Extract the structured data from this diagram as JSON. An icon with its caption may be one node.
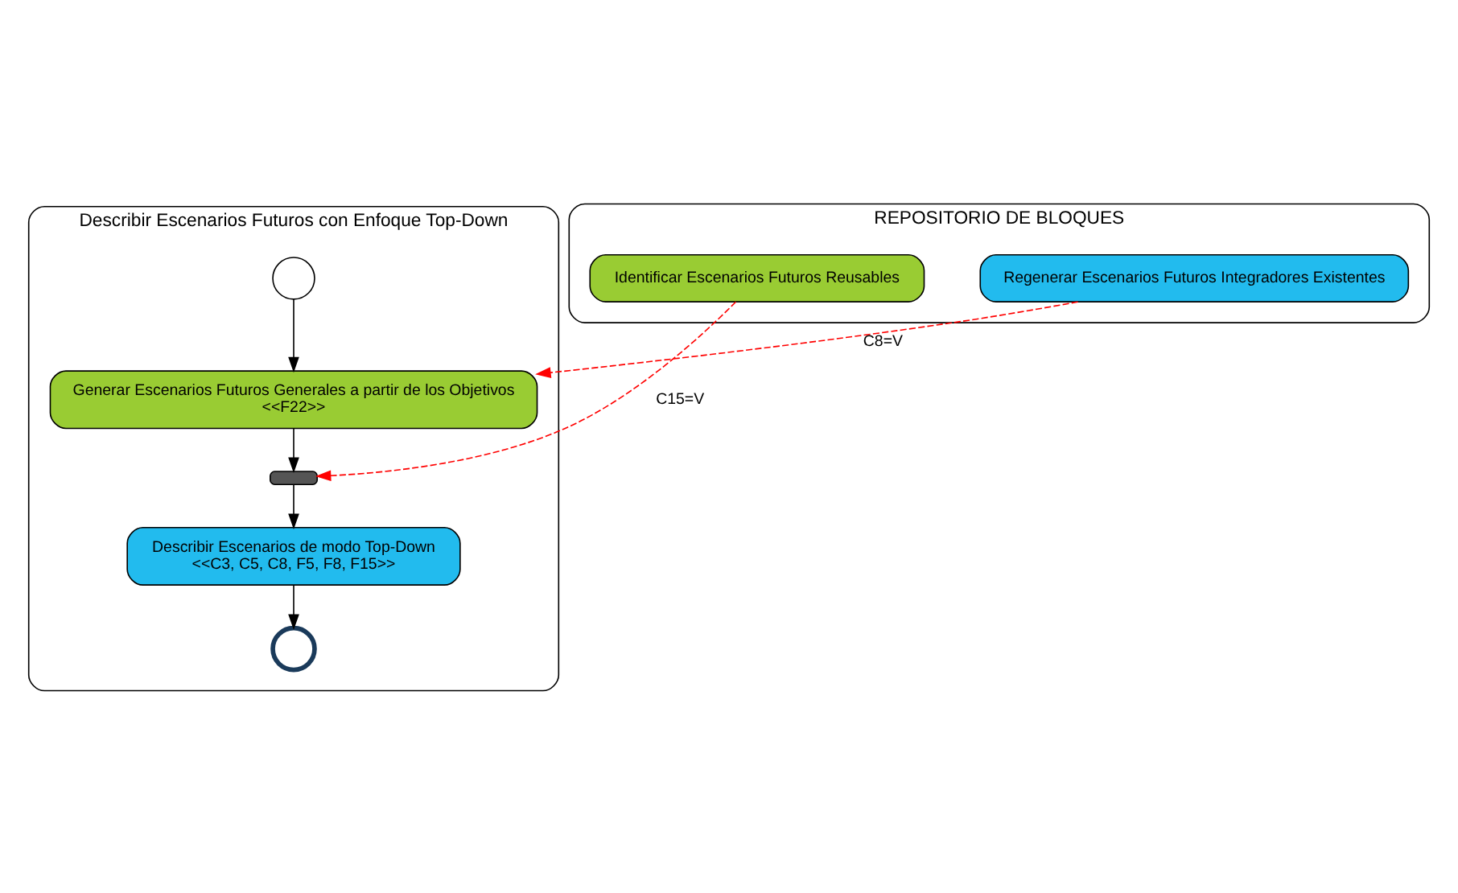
{
  "diagram": {
    "nodes": [
      {
        "text": [
          "Describir Escenarios Futuros con Enfoque Top-Down"
        ]
      },
      {
        "text": [],
        "shape": "circle",
        "in": 0
      },
      {
        "text": [
          "Generar Escenarios Futuros Generales a partir de los Objetivos",
          "<<F22>>"
        ],
        "in": 0
      },
      {
        "text": [],
        "shape": "bar",
        "in": 0
      },
      {
        "text": [
          "Describir Escenarios de modo Top-Down",
          "<<C3, C5, C8, F5, F8, F15>>"
        ],
        "in": 0
      },
      {
        "text": [],
        "shape": "circle",
        "in": 0
      },
      {
        "text": [
          "REPOSITORIO DE BLOQUES"
        ]
      },
      {
        "text": [
          "Regenerar Escenarios Futuros Integradores Existentes"
        ],
        "in": 6
      },
      {
        "text": [
          "Identificar Escenarios Futuros Reusables"
        ],
        "in": 6
      }
    ],
    "edges": [
      {
        "from": 1,
        "to": 2,
        "arrow": "to"
      },
      {
        "from": 2,
        "to": 3,
        "arrow": "to"
      },
      {
        "from": 3,
        "to": 4,
        "arrow": "to"
      },
      {
        "from": 4,
        "to": 5,
        "arrow": "to"
      },
      {
        "from": 7,
        "to": 2,
        "arrow": "to",
        "label": "C8=V",
        "style": "dashed",
        "color": "#ff0000"
      },
      {
        "from": 8,
        "to": 3,
        "arrow": "to",
        "label": "C15=V",
        "style": "dashed",
        "color": "#ff0000"
      }
    ]
  }
}
